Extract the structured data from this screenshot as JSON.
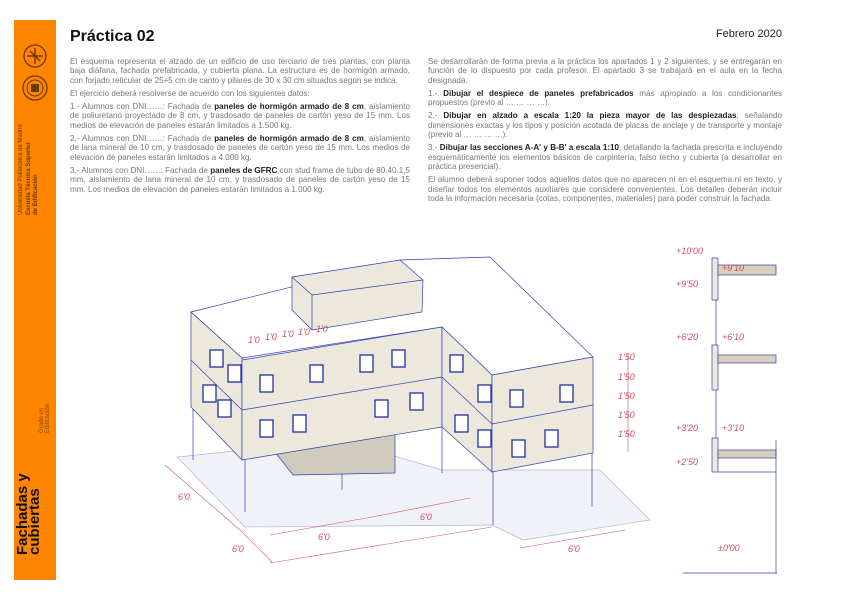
{
  "sidebar": {
    "university": "Universidad Politécnica de Madrid",
    "school_line1": "Escuela Técnica Superior",
    "school_line2": "de Edificación",
    "degree_line1": "Grado en",
    "degree_line2": "Edificación",
    "course_line1": "Fachadas y",
    "course_line2": "cubiertas",
    "color": "#ff8400"
  },
  "header": {
    "title": "Práctica 02",
    "date": "Febrero 2020"
  },
  "left_column": [
    {
      "pre": "El esquema representa el alzado de un edificio de uso terciario de tres plantas, con planta baja diáfana, fachada prefabricada, y cubierta plana. La estructura es de hormigón armado, con forjado reticular de 25+5 cm de canto y pilares de 30 x 30 cm situados según se indica.",
      "bold": "",
      "post": ""
    },
    {
      "pre": "El ejercicio deberá resolverse de acuerdo con los siguientes datos:",
      "bold": "",
      "post": ""
    },
    {
      "pre": "1.- Alumnos con DNI……: Fachada de ",
      "bold": "paneles de hormigón armado de 8 cm",
      "post": ", aislamiento de poliuretano proyectado de 8 cm, y trasdosado de paneles de cartón yeso de 15 mm. Los medios de elevación de paneles estarán limitados a 1.500 kg."
    },
    {
      "pre": "2.- Alumnos con DNI……: Fachada de ",
      "bold": "paneles de hormigón armado de 8 cm",
      "post": ", aislamiento de lana mineral de 10 cm, y trasdosado de paneles de cartón yeso de 15 mm. Los medios de elevación de paneles estarán limitados a 4.000 kg."
    },
    {
      "pre": "3.- Alumnos con DNI……: Fachada de ",
      "bold": "paneles de GFRC",
      "post": " con stud frame de tubo de 80.40.1,5 mm, aislamiento de lana mineral de 10 cm, y trasdosado de paneles de cartón yeso de 15 mm. Los medios de elevación de paneles estarán limitados a 1.000 kg."
    }
  ],
  "right_column": [
    {
      "pre": "Se desarrollarán de forma previa a la práctica los apartados 1 y 2 siguientes, y se entregarán en función de lo dispuesto por cada profesor. El apartado 3 se trabajará en el aula en la fecha designada.",
      "bold": "",
      "post": ""
    },
    {
      "pre": "1.- ",
      "bold": "Dibujar el despiece de paneles prefabricados",
      "post": " más apropiado a los condicionantes propuestos (previo al … … … …)."
    },
    {
      "pre": "2.- ",
      "bold": "Dibujar en alzado a escala 1:20 la pieza mayor de las despiezadas",
      "post": ", señalando dimensiones exactas y los tipos y posición acotada de placas de anclaje y de transporte y montaje (previo al … … … …)."
    },
    {
      "pre": "3.- ",
      "bold": "Dibujar las secciones A-A' y B-B' a escala 1:10",
      "post": ", detallando la fachada prescrita e incluyendo esquemáticamente los elementos básicos de carpintería, falso techo y cubierta (a desarrollar en práctica presencial)."
    },
    {
      "pre": "El alumno deberá suponer todos aquellos datos que no aparecen ni en el esquema ni en texto, y diseñar todos los elementos auxiliares que considere convenientes. Los detalles deberán incluir toda la información necesaria (cotas, componentes, materiales) para poder construir la fachada.",
      "bold": "",
      "post": ""
    }
  ],
  "drawing": {
    "plan_dims": [
      "6'0",
      "6'0",
      "6'0",
      "6'0",
      "6'0"
    ],
    "window_dims": [
      "1'0",
      "1'0",
      "1'0",
      "1'0",
      "1'0"
    ],
    "height_dims": [
      "1'50",
      "1'50",
      "1'50",
      "1'50",
      "1'50"
    ],
    "panel_color": "#ece8dc",
    "line_color": "#3040b0",
    "dim_color": "#d05060"
  },
  "section": {
    "levels": [
      "+10'00",
      "+9'10",
      "+9'50",
      "+6'20",
      "+6'10",
      "+3'20",
      "+3'10",
      "+2'50",
      "±0'00"
    ]
  }
}
